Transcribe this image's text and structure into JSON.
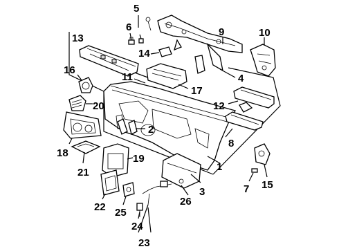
{
  "callouts": {
    "c1": "1",
    "c2": "2",
    "c3": "3",
    "c4": "4",
    "c5": "5",
    "c6": "6",
    "c7": "7",
    "c8": "8",
    "c9": "9",
    "c10": "10",
    "c11": "11",
    "c12": "12",
    "c13": "13",
    "c14": "14",
    "c15": "15",
    "c16": "16",
    "c17": "17",
    "c18": "18",
    "c19": "19",
    "c20": "20",
    "c21": "21",
    "c22": "22",
    "c23": "23",
    "c24": "24",
    "c25": "25",
    "c26": "26"
  },
  "colors": {
    "line": "#000000",
    "background": "#ffffff",
    "shade": "#d8d8d8"
  }
}
